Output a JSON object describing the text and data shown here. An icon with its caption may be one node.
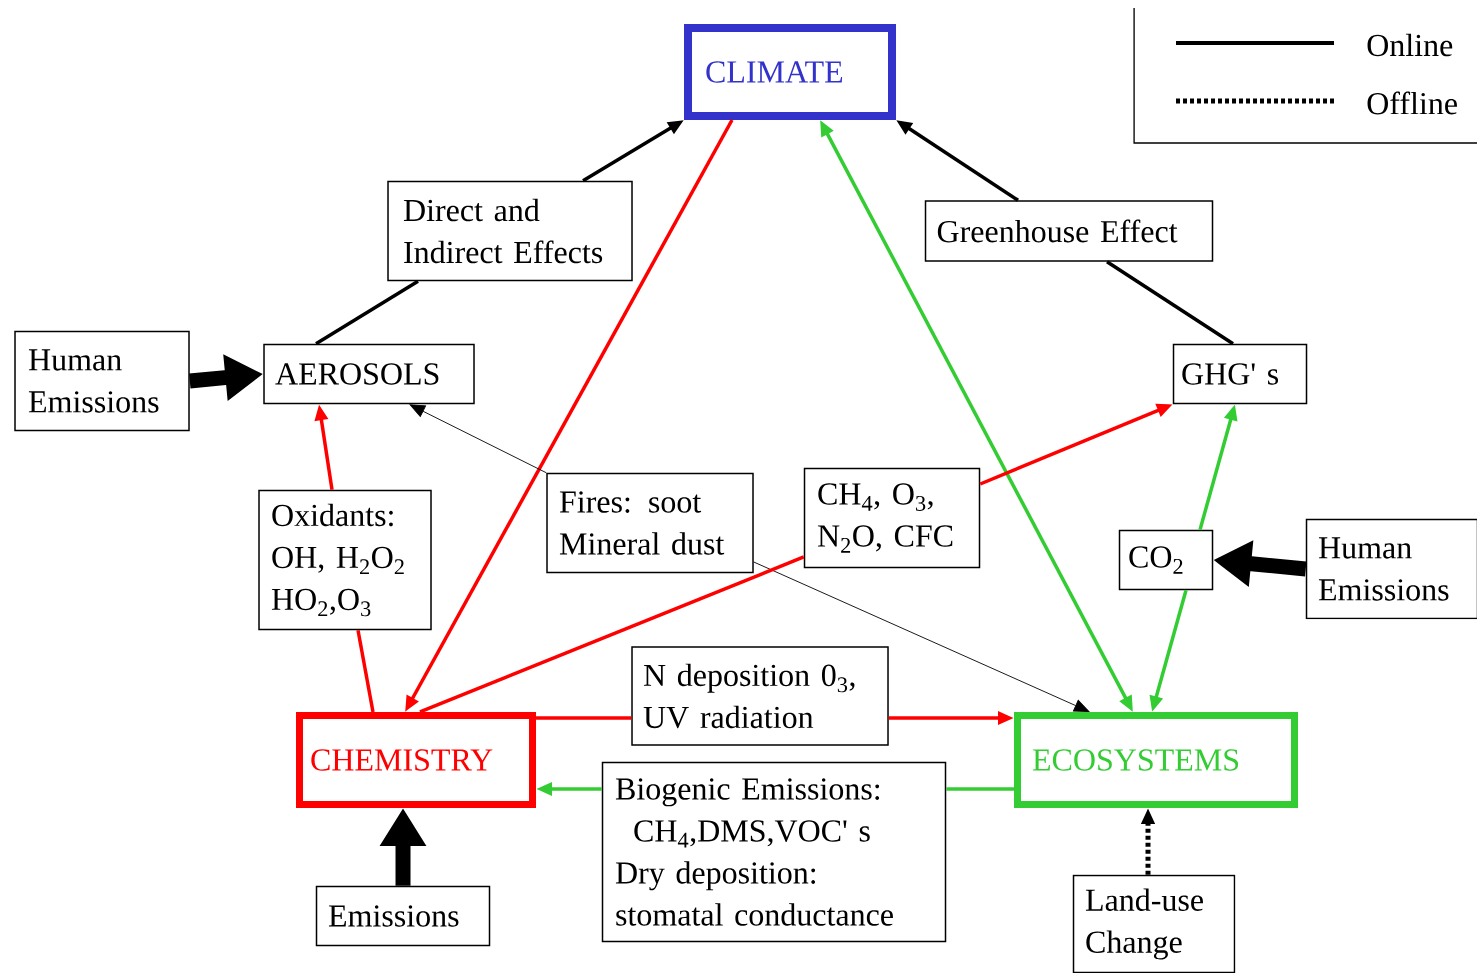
{
  "diagram": {
    "nodes": [
      {
        "text": [
          "CLIMATE"
        ]
      },
      {
        "text": [
          "Direct and Indirect Effects"
        ]
      },
      {
        "text": [
          "Greenhouse Effect"
        ]
      },
      {
        "text": [
          "Human Emissions"
        ]
      },
      {
        "text": [
          "AEROSOLS"
        ]
      },
      {
        "text": [
          "GHG' s"
        ]
      },
      {
        "text": [
          "Oxidants: OH, H$_{2}$O$_{2}$ HO$_{2}$,O$_{3}$"
        ]
      },
      {
        "text": [
          "Fires: soot Mineral dust"
        ]
      },
      {
        "text": [
          "CH$_{4}$, O$_{3}$, N$_{2}$O, CFC"
        ]
      },
      {
        "text": [
          "CO$_{2}$"
        ]
      },
      {
        "text": [
          "Human Emissions"
        ]
      },
      {
        "text": [
          "N deposition 0$_{3}$, UV radiation"
        ]
      },
      {
        "text": [
          "CHEMISTRY"
        ]
      },
      {
        "text": [
          "ECOSYSTEMS"
        ]
      },
      {
        "text": [
          "Biogenic Emissions: CH$_{4}$,DMS,VOC' s",
          "Dry deposition: stomatal conductance"
        ]
      },
      {
        "text": [
          "Emissions"
        ]
      },
      {
        "text": [
          "Land-use Change"
        ]
      }
    ],
    "edges": [
      {
        "from": 4,
        "to": 1,
        "arrow": "none"
      },
      {
        "from": 1,
        "to": 0,
        "arrow": "to"
      },
      {
        "from": 5,
        "to": 2,
        "arrow": "none"
      },
      {
        "from": 2,
        "to": 0,
        "arrow": "to"
      },
      {
        "from": 3,
        "to": 4,
        "arrow": "to",
        "style": "thick"
      },
      {
        "from": 0,
        "to": 12,
        "arrow": "to",
        "color": "#ff0000"
      },
      {
        "from": 13,
        "to": 0,
        "arrow": "both",
        "color": "#33cc33"
      },
      {
        "from": 12,
        "to": 6,
        "arrow": "none",
        "color": "#ff0000"
      },
      {
        "from": 6,
        "to": 4,
        "arrow": "to",
        "color": "#ff0000"
      },
      {
        "from": 7,
        "to": 4,
        "arrow": "to"
      },
      {
        "from": 7,
        "to": 13,
        "arrow": "to"
      },
      {
        "from": 12,
        "to": 8,
        "arrow": "none",
        "color": "#ff0000"
      },
      {
        "from": 8,
        "to": 5,
        "arrow": "to",
        "color": "#ff0000"
      },
      {
        "from": 9,
        "to": 13,
        "arrow": "to",
        "color": "#33cc33"
      },
      {
        "from": 9,
        "to": 5,
        "arrow": "to",
        "color": "#33cc33"
      },
      {
        "from": 10,
        "to": 9,
        "arrow": "to",
        "style": "thick"
      },
      {
        "from": 12,
        "to": 11,
        "arrow": "none",
        "color": "#ff0000"
      },
      {
        "from": 11,
        "to": 13,
        "arrow": "to",
        "color": "#ff0000"
      },
      {
        "from": 13,
        "to": 14,
        "arrow": "none",
        "color": "#33cc33"
      },
      {
        "from": 14,
        "to": 12,
        "arrow": "to",
        "color": "#33cc33"
      },
      {
        "from": 15,
        "to": 12,
        "arrow": "to",
        "style": "thick"
      },
      {
        "from": 16,
        "to": 13,
        "arrow": "to",
        "style": "dashed"
      }
    ],
    "legend": [
      {
        "text": "Online"
      },
      {
        "text": "Offline"
      }
    ]
  }
}
